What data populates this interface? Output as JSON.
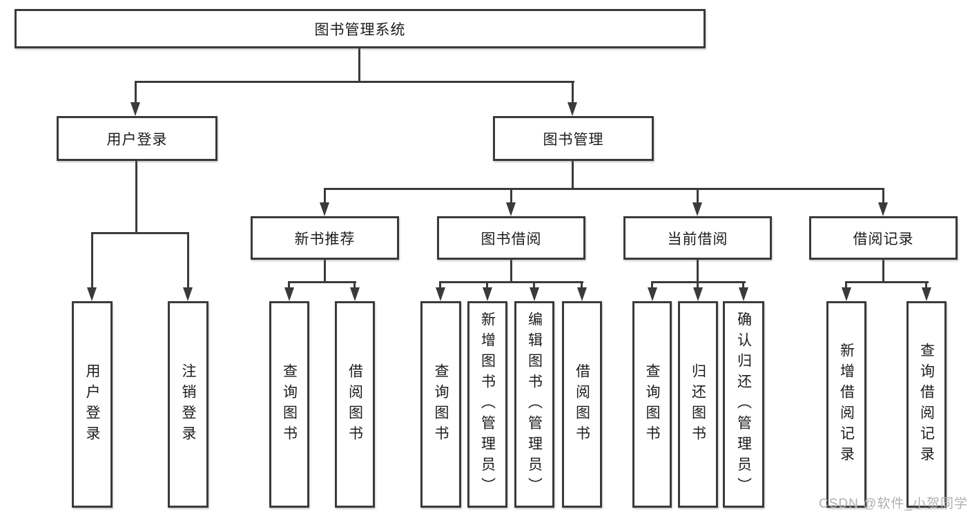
{
  "diagram_title": "图书管理系统",
  "colors": {
    "background": "#ffffff",
    "box_border": "#3a3a3a",
    "line": "#3a3a3a",
    "text": "#1c1c1c",
    "watermark": "#b0b0b0"
  },
  "tree": {
    "root": {
      "label": "图书管理系统"
    },
    "level2": [
      {
        "label": "用户登录"
      },
      {
        "label": "图书管理"
      }
    ],
    "level3": [
      {
        "label": "新书推荐",
        "parent": "图书管理"
      },
      {
        "label": "图书借阅",
        "parent": "图书管理"
      },
      {
        "label": "当前借阅",
        "parent": "图书管理"
      },
      {
        "label": "借阅记录",
        "parent": "图书管理"
      }
    ],
    "leaves": [
      {
        "label": "用户登录",
        "parent": "用户登录"
      },
      {
        "label": "注销登录",
        "parent": "用户登录"
      },
      {
        "label": "查询图书",
        "parent": "新书推荐"
      },
      {
        "label": "借阅图书",
        "parent": "新书推荐"
      },
      {
        "label": "查询图书",
        "parent": "图书借阅"
      },
      {
        "label": "新增图书（管理员）",
        "parent": "图书借阅"
      },
      {
        "label": "编辑图书（管理员）",
        "parent": "图书借阅"
      },
      {
        "label": "借阅图书",
        "parent": "图书借阅"
      },
      {
        "label": "查询图书",
        "parent": "当前借阅"
      },
      {
        "label": "归还图书",
        "parent": "当前借阅"
      },
      {
        "label": "确认归还（管理员）",
        "parent": "当前借阅"
      },
      {
        "label": "新增借阅记录",
        "parent": "借阅记录"
      },
      {
        "label": "查询借阅记录",
        "parent": "借阅记录"
      }
    ]
  },
  "watermark": {
    "text": "CSDN @软件_小贺同学"
  }
}
